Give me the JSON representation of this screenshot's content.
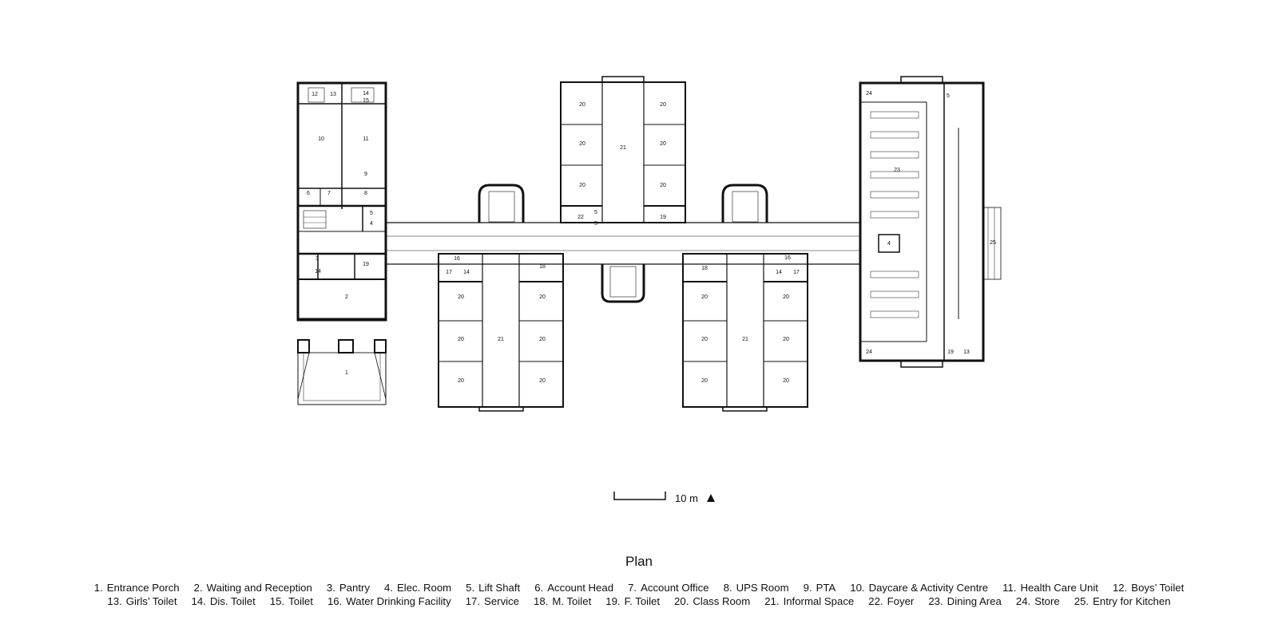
{
  "scale_label": "10 m",
  "title": "Plan",
  "legend": [
    {
      "num": "1.",
      "text": "Entrance Porch"
    },
    {
      "num": "2.",
      "text": "Waiting and Reception"
    },
    {
      "num": "3.",
      "text": "Pantry"
    },
    {
      "num": "4.",
      "text": "Elec. Room"
    },
    {
      "num": "5.",
      "text": "Lift Shaft"
    },
    {
      "num": "6.",
      "text": "Account Head"
    },
    {
      "num": "7.",
      "text": "Account Office"
    },
    {
      "num": "8.",
      "text": "UPS Room"
    },
    {
      "num": "9.",
      "text": "PTA"
    },
    {
      "num": "10.",
      "text": "Daycare & Activity Centre"
    },
    {
      "num": "11.",
      "text": "Health Care Unit"
    },
    {
      "num": "12.",
      "text": "Boys’ Toilet"
    },
    {
      "num": "13.",
      "text": "Girls’ Toilet"
    },
    {
      "num": "14.",
      "text": "Dis. Toilet"
    },
    {
      "num": "15.",
      "text": "Toilet"
    },
    {
      "num": "16.",
      "text": "Water Drinking Facility"
    },
    {
      "num": "17.",
      "text": "Service"
    },
    {
      "num": "18.",
      "text": "M. Toilet"
    },
    {
      "num": "19.",
      "text": "F. Toilet"
    },
    {
      "num": "20.",
      "text": "Class Room"
    },
    {
      "num": "21.",
      "text": "Informal Space"
    },
    {
      "num": "22.",
      "text": "Foyer"
    },
    {
      "num": "23.",
      "text": "Dining Area"
    },
    {
      "num": "24.",
      "text": "Store"
    },
    {
      "num": "25.",
      "text": "Entry for Kitchen"
    }
  ],
  "room_labels": [
    "1",
    "2",
    "3",
    "4",
    "5",
    "6",
    "7",
    "8",
    "9",
    "10",
    "11",
    "12",
    "13",
    "14",
    "15",
    "16",
    "17",
    "18",
    "19",
    "20",
    "21",
    "22",
    "23",
    "24",
    "25"
  ]
}
